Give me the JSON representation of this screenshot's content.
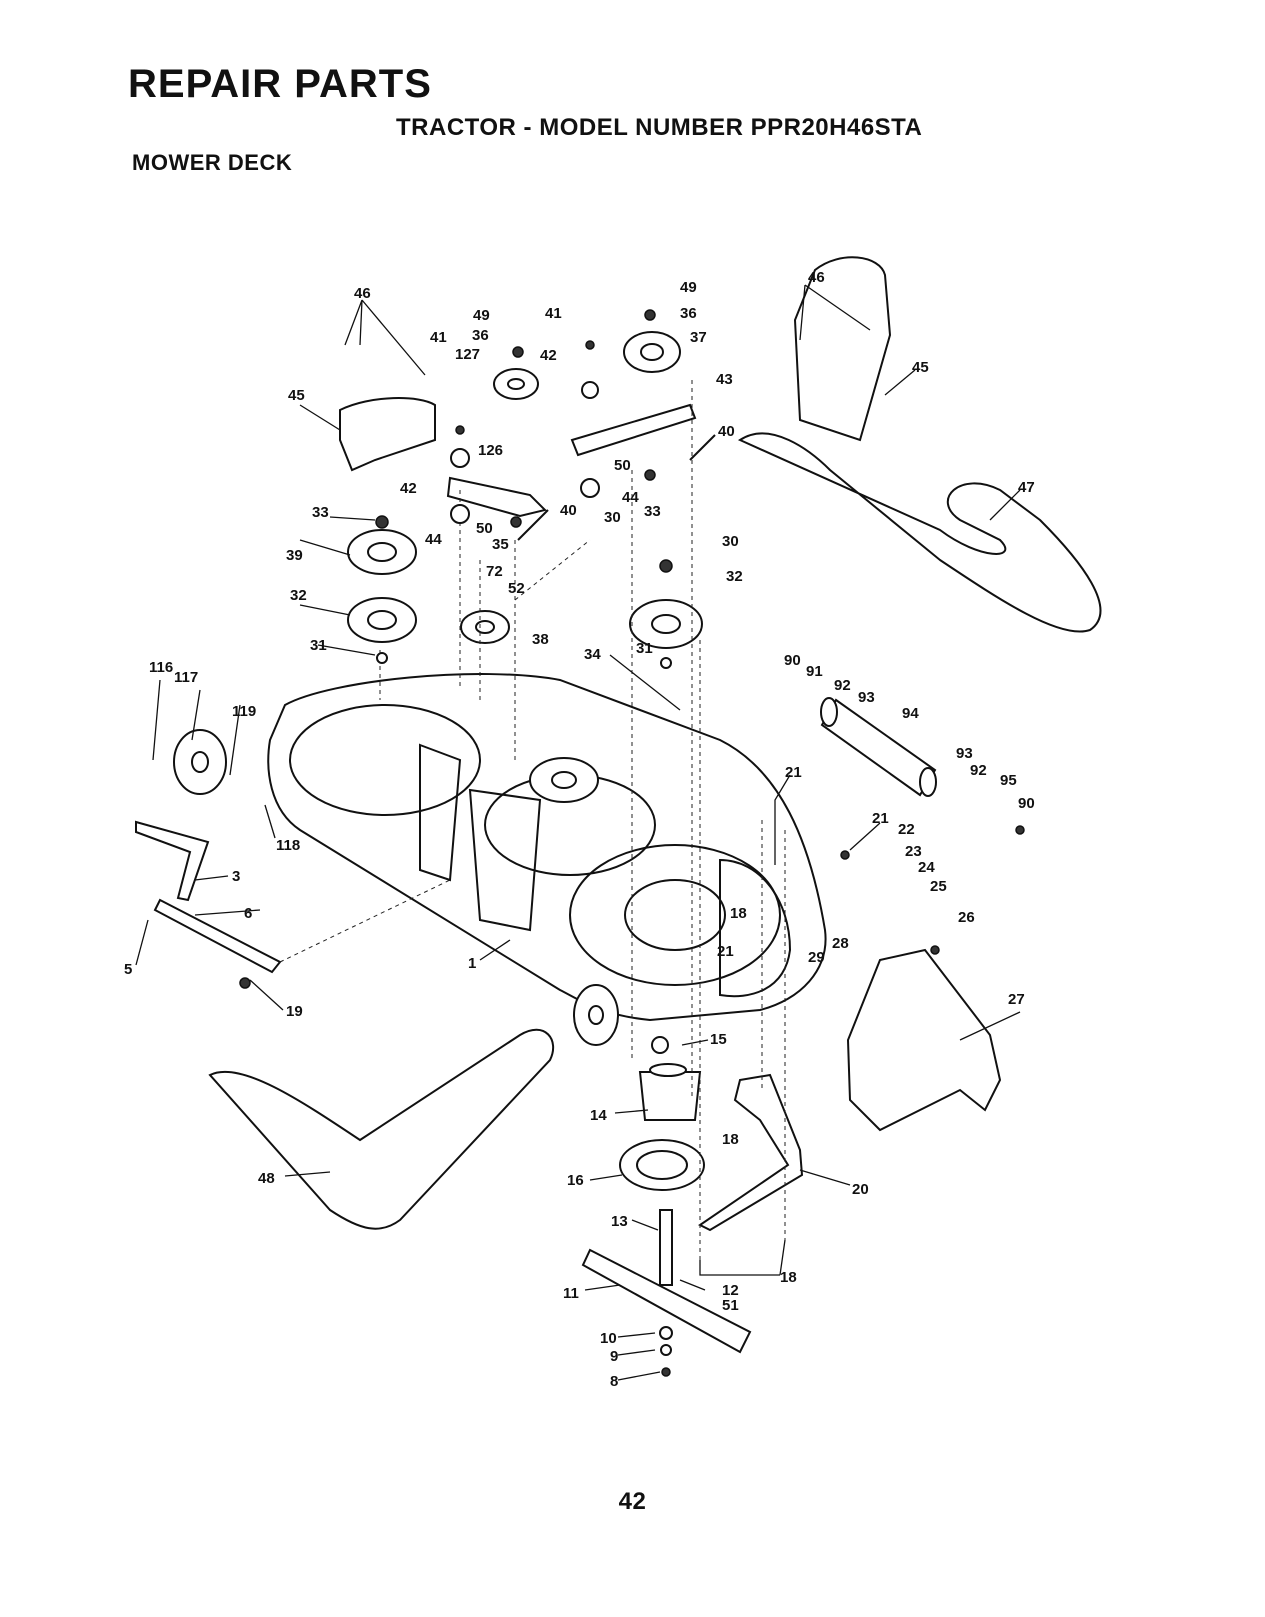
{
  "header": {
    "title": "REPAIR PARTS",
    "subtitle": "TRACTOR - MODEL NUMBER PPR20H46STA",
    "section": "MOWER DECK"
  },
  "page_number": "42",
  "callouts": [
    "1",
    "3",
    "5",
    "6",
    "8",
    "9",
    "10",
    "11",
    "12",
    "13",
    "14",
    "15",
    "16",
    "18",
    "19",
    "20",
    "21",
    "22",
    "23",
    "24",
    "25",
    "26",
    "27",
    "28",
    "29",
    "30",
    "31",
    "32",
    "33",
    "34",
    "35",
    "36",
    "37",
    "38",
    "39",
    "40",
    "41",
    "42",
    "43",
    "44",
    "45",
    "46",
    "47",
    "48",
    "49",
    "50",
    "51",
    "52",
    "72",
    "90",
    "91",
    "92",
    "93",
    "94",
    "95",
    "116",
    "117",
    "118",
    "119",
    "126",
    "127"
  ]
}
